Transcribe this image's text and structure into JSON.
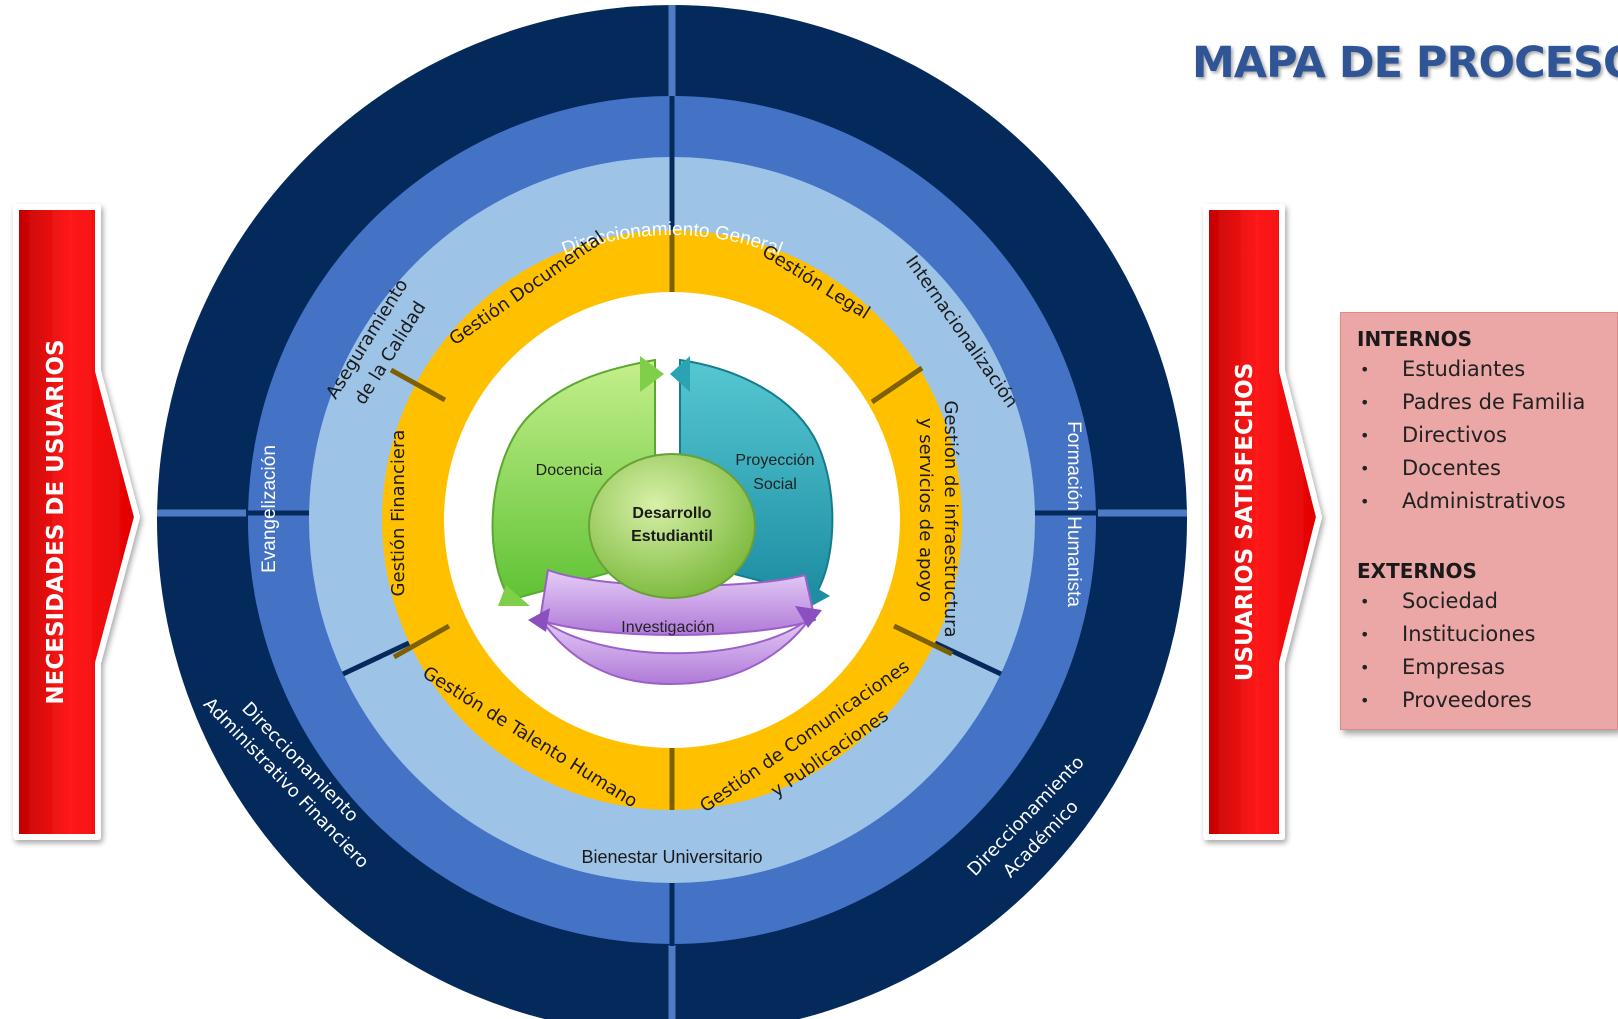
{
  "title": "MAPA DE PROCESO",
  "input_arrow": {
    "label": "NECESIDADES DE USUARIOS"
  },
  "output_arrow": {
    "label": "USUARIOS SATISFECHOS"
  },
  "rings": {
    "outer": {
      "top": "Direccionamiento General",
      "bottom_left": [
        "Direccionamiento",
        "Administrativo Financiero"
      ],
      "bottom_right": [
        "Direccionamiento",
        "Académico"
      ]
    },
    "blue": {
      "left": "Evangelización",
      "right": "Formación Humanista"
    },
    "light": {
      "top_left": [
        "Aseguramiento",
        "de la Calidad"
      ],
      "top_right": "Internacionalización",
      "bottom": "Bienestar Universitario"
    },
    "orange": {
      "top_left": "Gestión Documental",
      "top_right": "Gestión Legal",
      "right": [
        "Gestión de infraestructura",
        "y servicios de apoyo"
      ],
      "left": "Gestión Financiera",
      "bottom_left": "Gestión de Talento Humano",
      "bottom_right": [
        "Gestión de Comunicaciones",
        "y Publicaciones"
      ]
    }
  },
  "core": {
    "center": [
      "Desarrollo",
      "Estudiantil"
    ],
    "docencia": "Docencia",
    "proyeccion": [
      "Proyección",
      "Social"
    ],
    "investigacion": "Investigación"
  },
  "users": {
    "internal_title": "INTERNOS",
    "internal": [
      "Estudiantes",
      "Padres de Familia",
      "Directivos",
      "Docentes",
      "Administrativos"
    ],
    "external_title": "EXTERNOS",
    "external": [
      "Sociedad",
      "Instituciones",
      "Empresas",
      "Proveedores"
    ],
    "bullet": "•"
  },
  "colors": {
    "outer_ring": "#042a5c",
    "blue_ring": "#4472c4",
    "light_ring": "#9dc3e6",
    "orange_ring": "#ffc000",
    "arrow_red": "#ff0000",
    "title": "#2f5597",
    "users_box": "#eba6a6",
    "docencia": "#8dd35f",
    "proyeccion": "#31a3b5",
    "investigacion": "#c49ae0",
    "center": "#9ccc5c"
  }
}
